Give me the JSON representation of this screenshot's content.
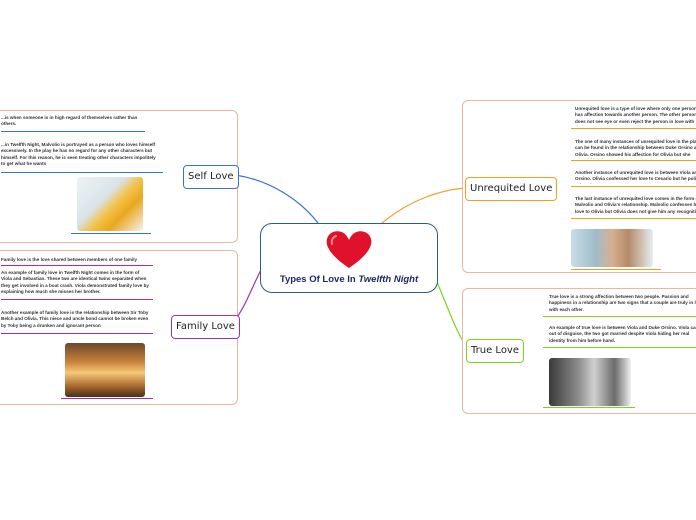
{
  "center": {
    "title": "Types Of Love In",
    "title_italic": "Twelfth Night"
  },
  "branches": {
    "self": {
      "label": "Self Love",
      "color": "#3a6fd8",
      "texts": [
        "...is when someone is in high regard of themselves rather than others.",
        "...in Twelfth Night, Malvolio is portrayed as a person who loves himself excessively. In the play he has no regard for any other characters but himself. For this reason, he is seen treating other characters impolitely to get what he wants"
      ]
    },
    "family": {
      "label": "Family Love",
      "color": "#9b30c8",
      "texts": [
        "Family love is the love shared between members of one family",
        "An example of family love in Twelfth Night comes in the form of Viola and Sebastian. These two are identical twins separated when they get involved in a boat crash. Viola demonstrated family love by explaining how much she misses her brother.",
        "Another example of family love is the relationship between Sir Toby Belch and Olivia. This niece and uncle bond cannot be broken even by Toby being a drunken and ignorant person"
      ]
    },
    "unrequited": {
      "label": "Unrequited Love",
      "color": "#f0a020",
      "texts": [
        "Unrequited love is a type of love where only one person has affection towards another person. The other person does not see eye or even reject the person in love with them.",
        "The one of many instances of unrequited love in the play can be found in the relationship between Duke Orsino and Olivia. Orsino showed his affection for Olivia but she turned him down.",
        "Another instance of unrequited love is between Viola and Orsino. Olivia confessed her love to Cesario but he politely refused.",
        "The last instance of unrequited love comes in the form of Malvolio and Olivia's relationship. Malvolio confesses his love to Olivia but Olivia does not give him any recognition"
      ]
    },
    "true": {
      "label": "True Love",
      "color": "#7ed321",
      "texts": [
        "True love is a strong affection between two people. Passion and happiness in a relationship are two signs that a couple are truly in love with each other.",
        "An example of true love is between Viola and Duke Orsino. Viola came out of disguise, the two got married despite Viola hiding her real identity from him before hand."
      ]
    }
  }
}
